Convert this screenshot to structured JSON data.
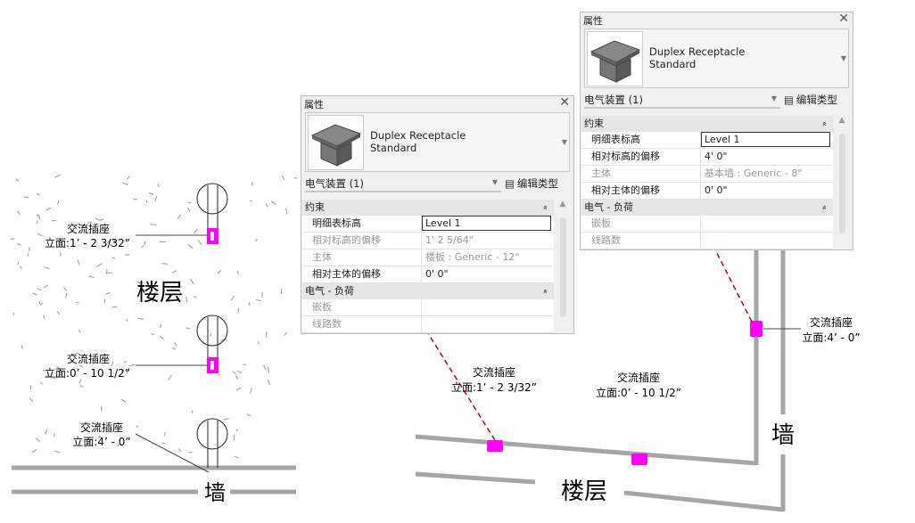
{
  "left_diagram": {
    "labels": [
      {
        "name": "交流插座",
        "elev": "立面:1’ - 2 3/32”"
      },
      {
        "name": "交流插座",
        "elev": "立面:0’ - 10 1/2”"
      },
      {
        "name": "交流插座",
        "elev": "立面:4’ - 0”"
      }
    ],
    "floor_label": "楼层",
    "wall_label": "墙"
  },
  "right_diagram": {
    "labels": [
      {
        "name": "交流插座",
        "elev": "立面:1’ - 2 3/32”"
      },
      {
        "name": "交流插座",
        "elev": "立面:0’ - 10 1/2”"
      },
      {
        "name": "交流插座",
        "elev": "立面:4’ - 0”"
      }
    ],
    "floor_label": "楼层",
    "wall_label": "墙"
  },
  "colors": {
    "receptacle": "#ff00ff",
    "arrow": "#cc0000",
    "wall": "#a6a6a6"
  },
  "panels": [
    {
      "title": "属性",
      "type_name": "Duplex Receptacle",
      "type_sub": "Standard",
      "category": "电气装置 (1)",
      "edit_type": "编辑类型",
      "sections": [
        {
          "label": "约束",
          "rows": [
            {
              "k": "明细表标高",
              "v": "Level 1",
              "edit": true
            },
            {
              "k": "相对标高的偏移",
              "v": "1'  2 5/64\"",
              "dis": true
            },
            {
              "k": "主体",
              "v": "楼板 : Generic - 12\"",
              "dis": true
            },
            {
              "k": "相对主体的偏移",
              "v": "0'  0\""
            }
          ]
        },
        {
          "label": "电气 - 负荷",
          "rows": [
            {
              "k": "嵌板",
              "v": "",
              "dis": true
            },
            {
              "k": "线路数",
              "v": "",
              "dis": true
            }
          ]
        }
      ]
    },
    {
      "title": "属性",
      "type_name": "Duplex Receptacle",
      "type_sub": "Standard",
      "category": "电气装置 (1)",
      "edit_type": "编辑类型",
      "sections": [
        {
          "label": "约束",
          "rows": [
            {
              "k": "明细表标高",
              "v": "Level 1",
              "edit": true
            },
            {
              "k": "相对标高的偏移",
              "v": "4'  0\""
            },
            {
              "k": "主体",
              "v": "基本墙 : Generic - 8\"",
              "dis": true
            },
            {
              "k": "相对主体的偏移",
              "v": "0'  0\""
            }
          ]
        },
        {
          "label": "电气 - 负荷",
          "rows": [
            {
              "k": "嵌板",
              "v": "",
              "dis": true
            },
            {
              "k": "线路数",
              "v": "",
              "dis": true
            }
          ]
        }
      ]
    }
  ]
}
